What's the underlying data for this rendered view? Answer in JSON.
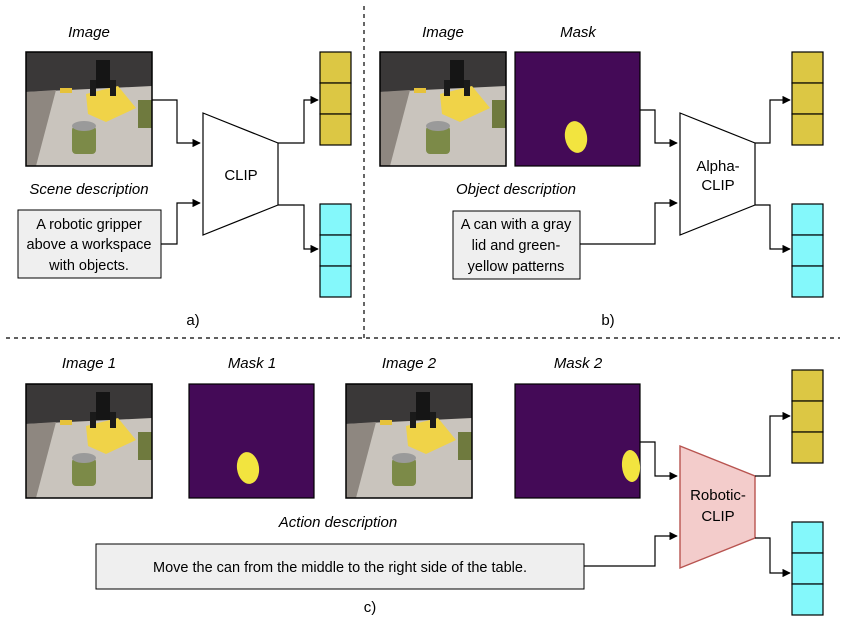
{
  "panel_a": {
    "image_caption": "Image",
    "text_caption": "Scene description",
    "text_lines": [
      "A robotic gripper",
      "above a workspace",
      "with objects."
    ],
    "model_label": "CLIP",
    "panel_label": "a)"
  },
  "panel_b": {
    "image_caption": "Image",
    "mask_caption": "Mask",
    "text_caption": "Object description",
    "text_lines": [
      "A can with a gray",
      "lid and green-",
      "yellow patterns"
    ],
    "model_label_lines": [
      "Alpha-",
      "CLIP"
    ],
    "panel_label": "b)"
  },
  "panel_c": {
    "image1_caption": "Image 1",
    "mask1_caption": "Mask 1",
    "image2_caption": "Image 2",
    "mask2_caption": "Mask 2",
    "text_caption": "Action description",
    "text": "Move the can from the middle to the right side of the table.",
    "model_label_lines": [
      "Robotic-",
      "CLIP"
    ],
    "panel_label": "c)"
  },
  "colors": {
    "image_embedding": "#dcc744",
    "text_embedding": "#84f8fb",
    "mask_background": "#440a57",
    "mask_blob": "#f2e43f",
    "text_box": "#efefef",
    "robotic_clip_fill": "#f3cccb",
    "robotic_clip_stroke": "#b85450"
  }
}
